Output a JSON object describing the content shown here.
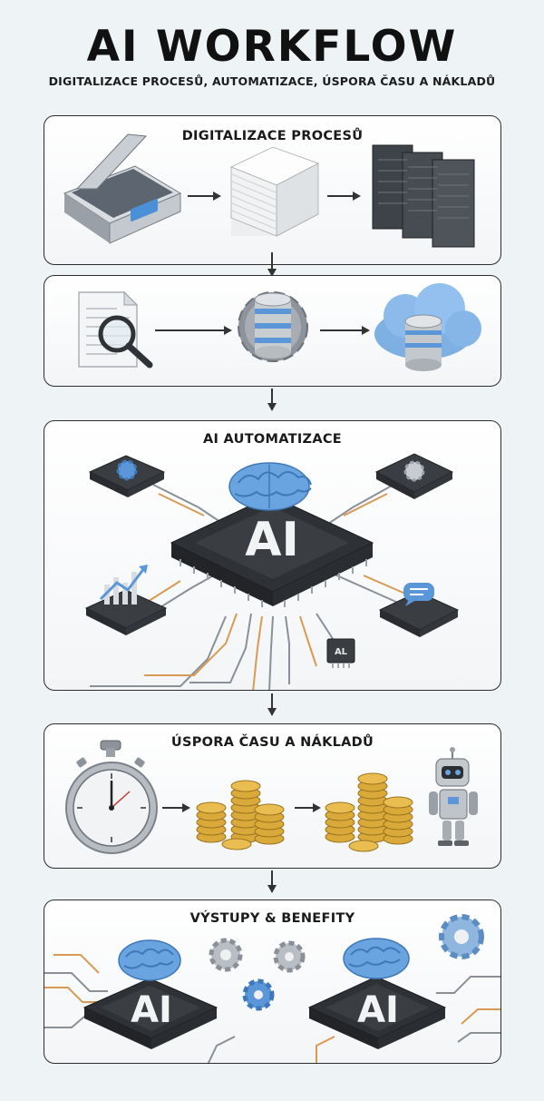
{
  "header": {
    "title": "AI WORKFLOW",
    "subtitle": "DIGITALIZACE PROCESŮ, AUTOMATIZACE, ÚSPORA ČASU A NÁKLADŮ"
  },
  "panels": [
    {
      "title": "DIGITALIZACE PROCESŮ"
    },
    {
      "title": ""
    },
    {
      "title": "AI AUTOMATIZACE",
      "chip_label": "AI",
      "small_chip_label": "AL"
    },
    {
      "title": "ÚSPORA ČASU A NÁKLADŮ"
    },
    {
      "title": "VÝSTUPY & BENEFITY",
      "chip_label": "AI"
    }
  ],
  "colors": {
    "accent_blue": "#5b97d8",
    "chip_dark": "#3a3d42",
    "gold": "#d9a93a",
    "wire_orange": "#d99a55",
    "wire_gray": "#8a9098"
  }
}
